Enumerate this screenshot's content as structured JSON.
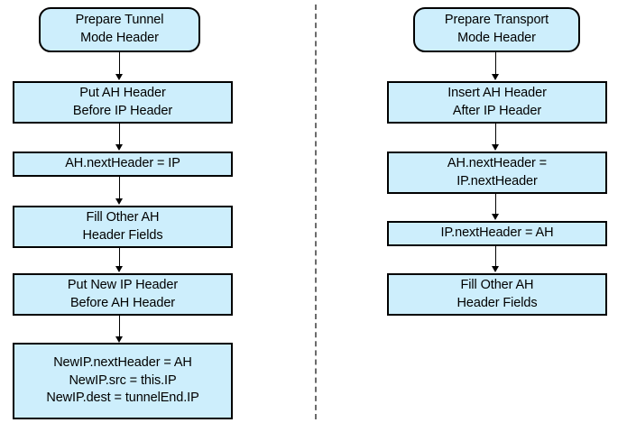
{
  "diagram": {
    "title": "AH header preparation flowcharts",
    "fill_color": "#cdeefc",
    "stroke_color": "#000000",
    "divider_color": "#6b6b6b",
    "columns": [
      {
        "id": "tunnel-mode",
        "start": {
          "label": "Prepare Tunnel\nMode Header"
        },
        "steps": [
          {
            "label": "Put AH Header\nBefore IP Header"
          },
          {
            "label": "AH.nextHeader = IP"
          },
          {
            "label": "Fill Other AH\nHeader Fields"
          },
          {
            "label": "Put New IP Header\nBefore AH Header"
          },
          {
            "label": "NewIP.nextHeader = AH\nNewIP.src = this.IP\nNewIP.dest = tunnelEnd.IP"
          }
        ]
      },
      {
        "id": "transport-mode",
        "start": {
          "label": "Prepare Transport\nMode Header"
        },
        "steps": [
          {
            "label": "Insert AH Header\nAfter IP Header"
          },
          {
            "label": "AH.nextHeader =\nIP.nextHeader"
          },
          {
            "label": "IP.nextHeader = AH"
          },
          {
            "label": "Fill Other AH\nHeader Fields"
          }
        ]
      }
    ]
  }
}
